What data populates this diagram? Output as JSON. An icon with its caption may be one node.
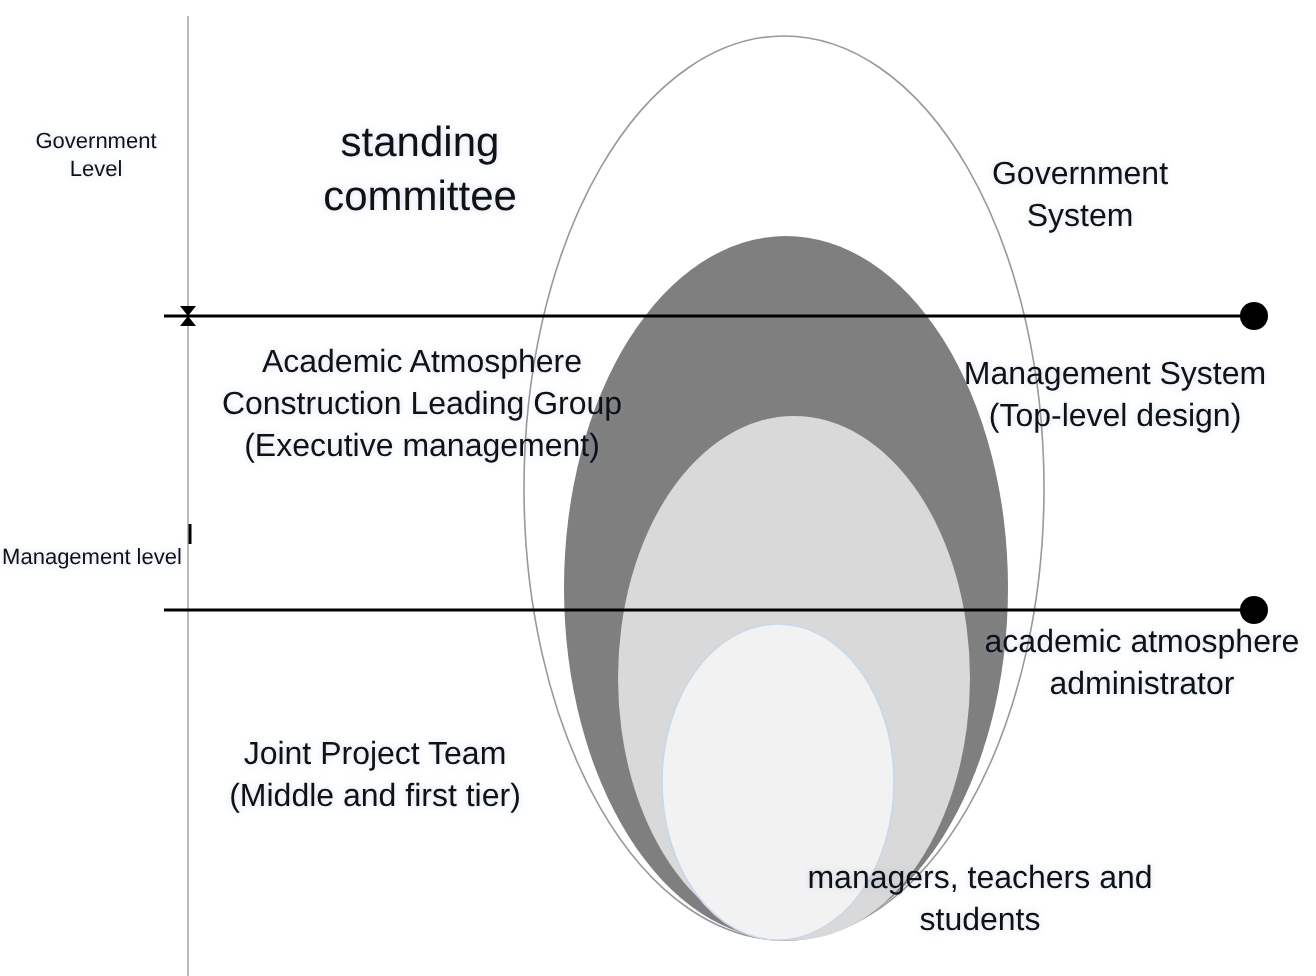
{
  "diagram": {
    "labels": [
      "Government Level",
      "standing committee",
      "Government System",
      "Academic Atmosphere Construction Leading Group (Executive management)",
      "Management System (Top-level design)",
      "Management level",
      "academic atmosphere administrator",
      "Joint Project Team (Middle and first tier)",
      "managers, teachers and students"
    ]
  }
}
